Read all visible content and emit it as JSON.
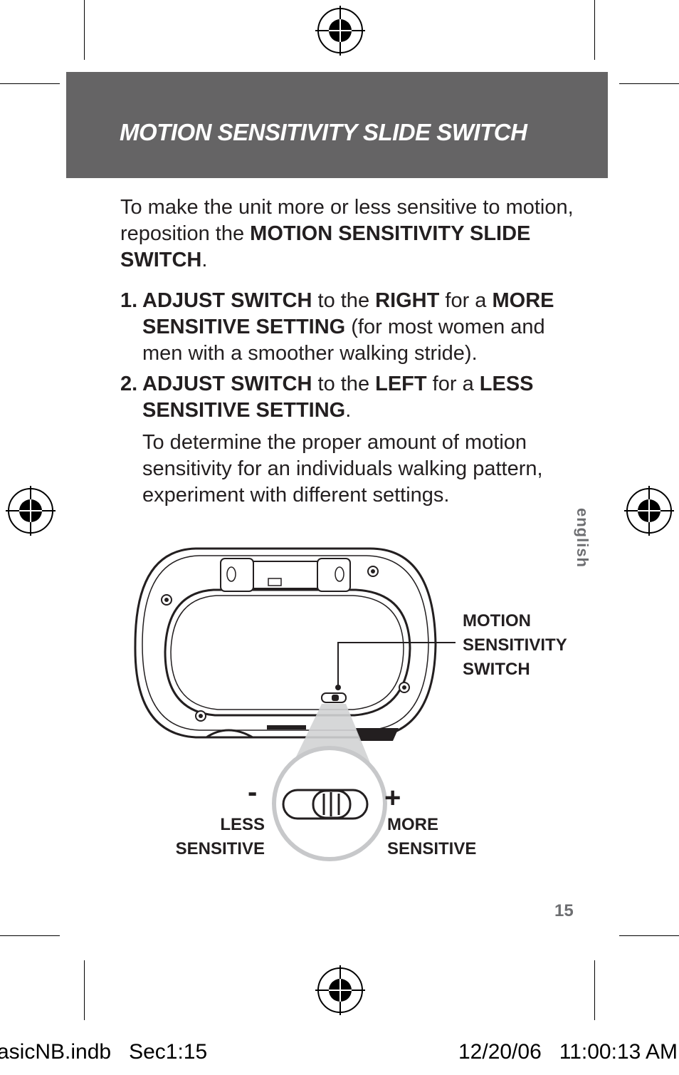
{
  "header": {
    "title": "MOTION SENSITIVITY SLIDE SWITCH"
  },
  "intro": {
    "before": "To make the unit more or less sensitive to motion, reposition the ",
    "bold": "MOTION SENSITIVITY SLIDE SWITCH",
    "after": "."
  },
  "steps": [
    {
      "number": "1.",
      "b1": "ADJUST SWITCH",
      "t1": " to the ",
      "b2": "RIGHT",
      "t2": " for a ",
      "b3": "MORE SENSITIVE SETTING",
      "t3": " (for most women and men with a smoother walking stride)."
    },
    {
      "number": "2.",
      "b1": "ADJUST SWITCH",
      "t1": " to the ",
      "b2": "LEFT",
      "t2": " for a ",
      "b3": "LESS SENSITIVE SETTING",
      "t3": "."
    }
  ],
  "note": "To determine the proper amount of motion sensitivity for an individuals walking pattern, experiment with different settings.",
  "side_label": "english",
  "illustration": {
    "callout": [
      "MOTION",
      "SENSITIVITY",
      "SWITCH"
    ],
    "minus": "-",
    "plus": "+",
    "less": [
      "LESS",
      "SENSITIVE"
    ],
    "more": [
      "MORE",
      "SENSITIVE"
    ]
  },
  "page_number": "15",
  "footer": {
    "left": "asicNB.indb   Sec1:15",
    "right": "12/20/06   11:00:13 AM"
  }
}
